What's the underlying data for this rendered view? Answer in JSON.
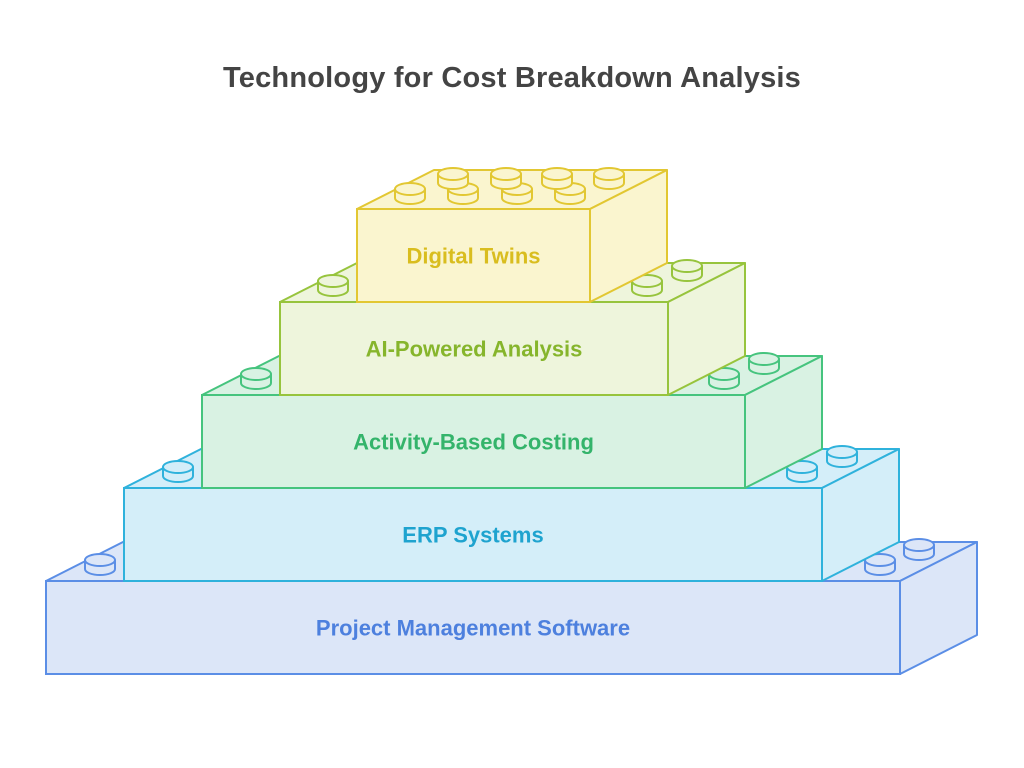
{
  "title": "Technology for Cost Breakdown Analysis",
  "layers": [
    {
      "label": "Digital Twins",
      "stroke": "#e2c732",
      "fill": "#faf5cf",
      "text_color": "#d9bd1f"
    },
    {
      "label": "AI-Powered Analysis",
      "stroke": "#97c43d",
      "fill": "#eef5dc",
      "text_color": "#86b52c"
    },
    {
      "label": "Activity-Based Costing",
      "stroke": "#46c47e",
      "fill": "#d9f2e3",
      "text_color": "#34b46b"
    },
    {
      "label": "ERP Systems",
      "stroke": "#2fb2dc",
      "fill": "#d4eef9",
      "text_color": "#1ea3cf"
    },
    {
      "label": "Project Management Software",
      "stroke": "#5b8ee6",
      "fill": "#dce6f8",
      "text_color": "#4d80de"
    }
  ]
}
